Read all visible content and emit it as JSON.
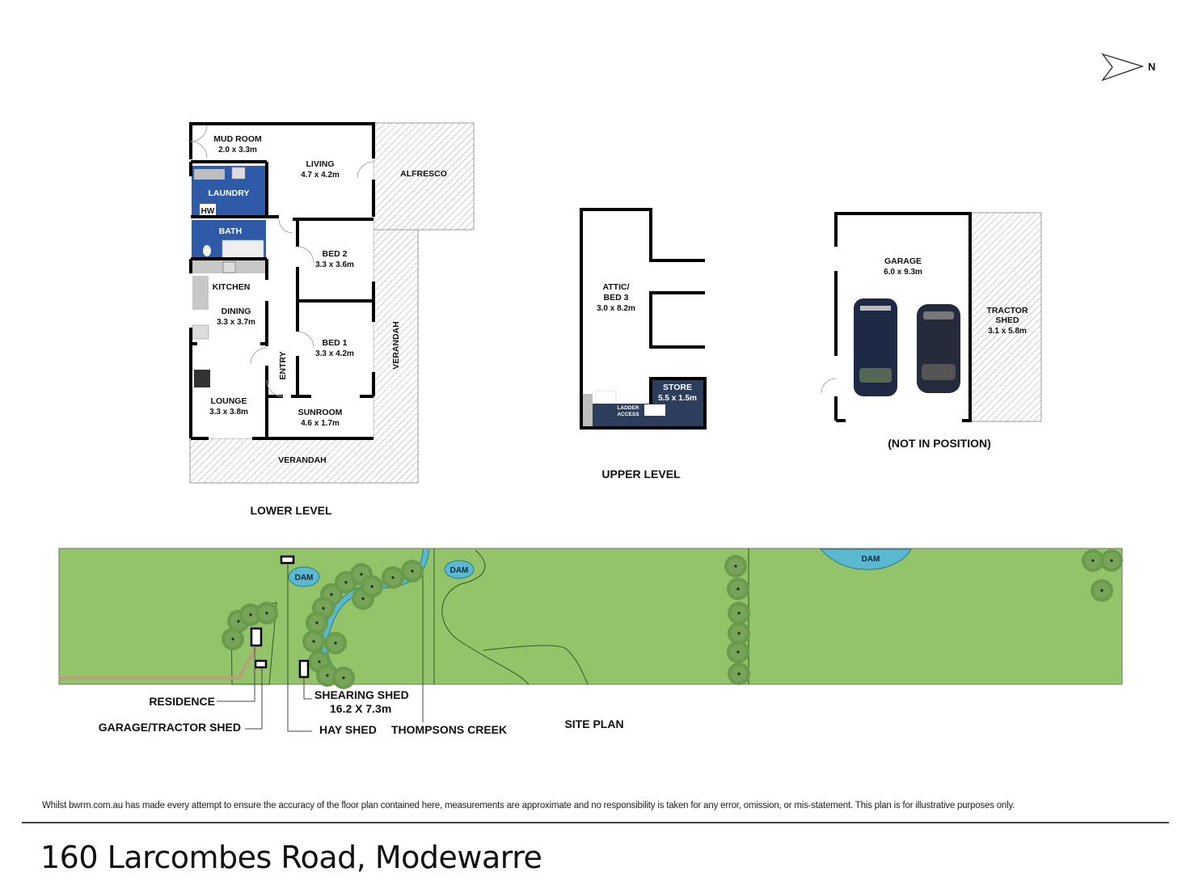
{
  "compass": {
    "icon": "north-arrow-icon",
    "label": "N"
  },
  "lower_level": {
    "title": "LOWER LEVEL",
    "rooms": [
      {
        "name": "MUD ROOM",
        "size": "2.0 x 3.3m"
      },
      {
        "name": "LIVING",
        "size": "4.7 x 4.2m"
      },
      {
        "name": "ALFRESCO",
        "size": ""
      },
      {
        "name": "LAUNDRY",
        "size": ""
      },
      {
        "name": "HW",
        "size": ""
      },
      {
        "name": "BATH",
        "size": ""
      },
      {
        "name": "BED 2",
        "size": "3.3 x 3.6m"
      },
      {
        "name": "KITCHEN",
        "size": ""
      },
      {
        "name": "DINING",
        "size": "3.3 x 3.7m"
      },
      {
        "name": "BED 1",
        "size": "3.3 x 4.2m"
      },
      {
        "name": "ENTRY",
        "size": ""
      },
      {
        "name": "LOUNGE",
        "size": "3.3 x 3.8m"
      },
      {
        "name": "SUNROOM",
        "size": "4.6 x 1.7m"
      },
      {
        "name": "VERANDAH",
        "size": ""
      },
      {
        "name": "VERANDAH",
        "size": ""
      }
    ]
  },
  "upper_level": {
    "title": "UPPER LEVEL",
    "rooms": [
      {
        "name": "ATTIC/",
        "line2": "BED 3",
        "size": "3.0 x 8.2m"
      },
      {
        "name": "STORE",
        "size": "5.5 x 1.5m"
      },
      {
        "name": "LADDER",
        "line2": "ACCESS"
      }
    ]
  },
  "garage": {
    "note": "(NOT IN POSITION)",
    "rooms": [
      {
        "name": "GARAGE",
        "size": "6.0 x 9.3m"
      },
      {
        "name": "TRACTOR",
        "line2": "SHED",
        "size": "3.1 x 5.8m"
      }
    ]
  },
  "site_plan": {
    "title": "SITE PLAN",
    "dams": [
      "DAM",
      "DAM",
      "DAM"
    ],
    "labels": {
      "residence": "RESIDENCE",
      "garage_tractor": "GARAGE/TRACTOR SHED",
      "shearing_shed": "SHEARING SHED",
      "shearing_size": "16.2 X 7.3m",
      "hay_shed": "HAY SHED",
      "creek": "THOMPSONS CREEK"
    }
  },
  "colors": {
    "wet_area": "#2f5aa8",
    "store": "#2c3e5c",
    "grass": "#93c46a",
    "water": "#5ab8d0",
    "tree": "#5f8f45"
  },
  "disclaimer": "Whilst bwrm.com.au has made every attempt to ensure the accuracy of the floor plan contained here, measurements are approximate and no responsibility is taken for any error, omission, or mis-statement. This plan is for illustrative purposes only.",
  "address": "160 Larcombes Road, Modewarre"
}
